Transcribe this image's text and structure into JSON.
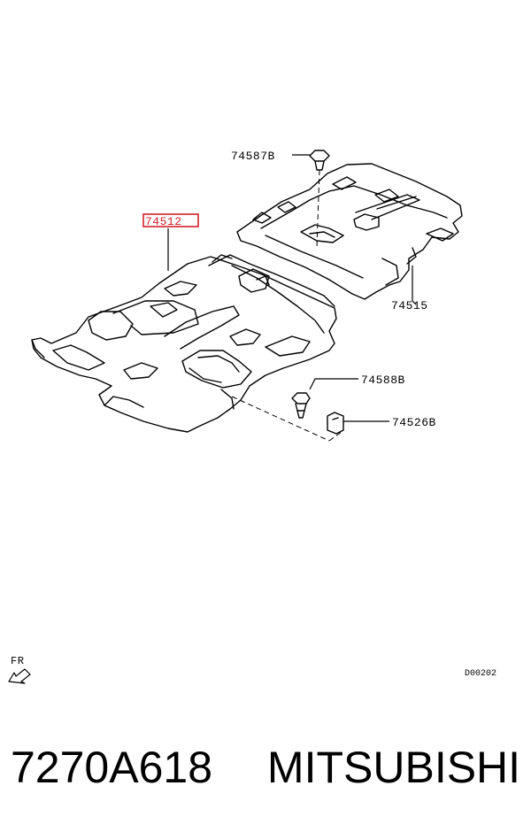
{
  "parts": {
    "front_carpet": "74512",
    "rear_carpet": "74515",
    "clip_top": "74587B",
    "clip_bolt": "74588B",
    "bracket": "74526B"
  },
  "fr_label": "FR",
  "diagram_code": "D00202",
  "footer": {
    "part_number": "7270A618",
    "brand": "MITSUBISHI"
  },
  "colors": {
    "highlight": "#d21f2a",
    "line": "#000000"
  }
}
